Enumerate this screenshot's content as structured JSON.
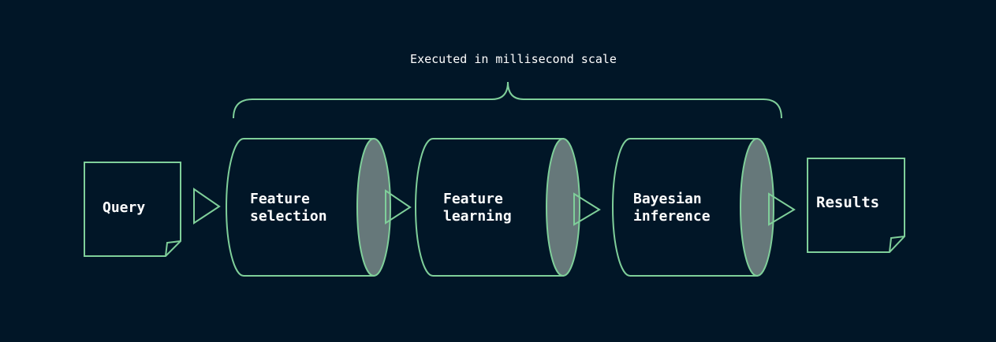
{
  "diagram": {
    "caption": "Executed in millisecond scale",
    "input_doc": {
      "label": "Query"
    },
    "stages": [
      {
        "line1": "Feature",
        "line2": "selection"
      },
      {
        "line1": "Feature",
        "line2": "learning"
      },
      {
        "line1": "Bayesian",
        "line2": "inference"
      }
    ],
    "output_doc": {
      "label": "Results"
    }
  },
  "colors": {
    "background": "#011627",
    "stroke": "#7fcf9a",
    "cylinder_face": "#66787a",
    "text": "#ffffff"
  }
}
